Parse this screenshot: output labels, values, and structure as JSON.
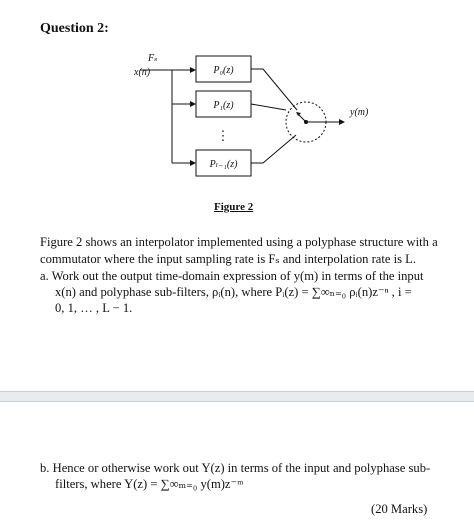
{
  "question": {
    "title": "Question 2:"
  },
  "figure": {
    "input_rate_label": "Fₛ",
    "input_label": "x(n)",
    "filters": [
      {
        "label": "P₀(z)"
      },
      {
        "label": "P₁(z)"
      },
      {
        "label": "Pₗ₋₁(z)"
      }
    ],
    "dots_label": "⋮",
    "output_label": "y(m)",
    "caption": "Figure 2"
  },
  "intro": {
    "line1": "Figure 2 shows an interpolator implemented using a polyphase structure with a",
    "line2": "commutator where the input sampling rate is Fₛ and interpolation rate is L."
  },
  "part_a": {
    "line1": "a.  Work out the output time-domain expression of y(m) in terms of the input",
    "line2": "x(n) and polyphase sub-filters, ρᵢ(n), where Pᵢ(z) = ∑∞ₙ₌₀ ρᵢ(n)z⁻ⁿ ,   i =",
    "line3": "0, 1, … , L − 1."
  },
  "part_b": {
    "line1": "b.  Hence or otherwise work out Y(z) in terms of the input and polyphase sub-",
    "line2": "filters, where Y(z) = ∑∞ₘ₌₀ y(m)z⁻ᵐ"
  },
  "marks": "(20 Marks)"
}
